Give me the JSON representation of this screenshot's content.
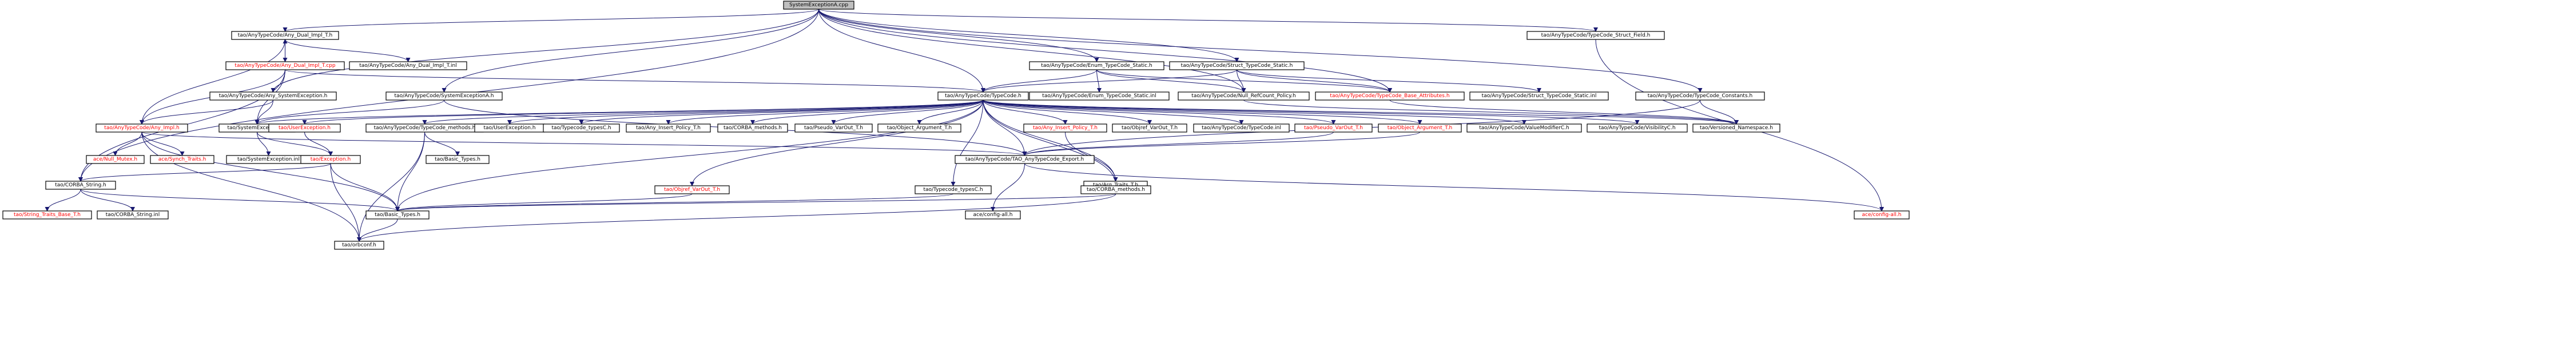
{
  "graph": {
    "root": "SystemExceptionA.cpp",
    "colors": {
      "edge": "#191970",
      "default_text": "#000000",
      "undocumented_text": "#ff0000",
      "root_fill": "#bfbfbf",
      "node_fill": "#ffffff",
      "node_stroke": "#000000"
    },
    "nodes": [
      {
        "id": "root",
        "label": "SystemExceptionA.cpp",
        "style": "root"
      },
      {
        "id": "dual_impl_h",
        "label": "tao/AnyTypeCode/Any_Dual_Impl_T.h",
        "style": "normal"
      },
      {
        "id": "dual_impl_cpp",
        "label": "tao/AnyTypeCode/Any_Dual_Impl_T.cpp",
        "style": "red"
      },
      {
        "id": "dual_impl_inl",
        "label": "tao/AnyTypeCode/Any_Dual_Impl_T.inl",
        "style": "normal"
      },
      {
        "id": "any_sysexc_h",
        "label": "tao/AnyTypeCode/Any_SystemException.h",
        "style": "normal"
      },
      {
        "id": "any_impl_h",
        "label": "tao/AnyTypeCode/Any_Impl.h",
        "style": "red"
      },
      {
        "id": "systemexc_h",
        "label": "tao/SystemException.h",
        "style": "normal"
      },
      {
        "id": "null_mutex",
        "label": "ace/Null_Mutex.h",
        "style": "red"
      },
      {
        "id": "synch_traits",
        "label": "ace/Synch_Traits.h",
        "style": "red"
      },
      {
        "id": "sysexc_inl",
        "label": "tao/SystemException.inl",
        "style": "normal"
      },
      {
        "id": "userexc_h_red",
        "label": "tao/UserException.h",
        "style": "red"
      },
      {
        "id": "exception_h",
        "label": "tao/Exception.h",
        "style": "red"
      },
      {
        "id": "corba_string_h",
        "label": "tao/CORBA_String.h",
        "style": "normal"
      },
      {
        "id": "string_traits",
        "label": "tao/String_Traits_Base_T.h",
        "style": "red"
      },
      {
        "id": "corba_string_inl",
        "label": "tao/CORBA_String.inl",
        "style": "normal"
      },
      {
        "id": "basic_types_h",
        "label": "tao/Basic_Types.h",
        "style": "normal"
      },
      {
        "id": "orbconf_h",
        "label": "tao/orbconf.h",
        "style": "normal"
      },
      {
        "id": "sysexcA_h",
        "label": "tao/AnyTypeCode/SystemExceptionA.h",
        "style": "normal"
      },
      {
        "id": "typecode_methods",
        "label": "tao/AnyTypeCode/TypeCode_methods.h",
        "style": "normal"
      },
      {
        "id": "basic_types_h_2",
        "label": "tao/Basic_Types.h",
        "style": "normal"
      },
      {
        "id": "typecode_h",
        "label": "tao/AnyTypeCode/TypeCode.h",
        "style": "normal"
      },
      {
        "id": "userexc_h",
        "label": "tao/UserException.h",
        "style": "normal"
      },
      {
        "id": "typecode_typesC",
        "label": "tao/Typecode_typesC.h",
        "style": "normal"
      },
      {
        "id": "any_insert_policy",
        "label": "tao/Any_Insert_Policy_T.h",
        "style": "normal"
      },
      {
        "id": "corba_methods",
        "label": "tao/CORBA_methods.h",
        "style": "normal"
      },
      {
        "id": "pseudo_varout",
        "label": "tao/Pseudo_VarOut_T.h",
        "style": "normal"
      },
      {
        "id": "object_argument",
        "label": "tao/Object_Argument_T.h",
        "style": "normal"
      },
      {
        "id": "any_insert_policy_red",
        "label": "tao/Any_Insert_Policy_T.h",
        "style": "red"
      },
      {
        "id": "objref_varout",
        "label": "tao/Objref_VarOut_T.h",
        "style": "normal"
      },
      {
        "id": "typecode_inl",
        "label": "tao/AnyTypeCode/TypeCode.inl",
        "style": "normal"
      },
      {
        "id": "pseudo_varout_red",
        "label": "tao/Pseudo_VarOut_T.h",
        "style": "red"
      },
      {
        "id": "object_argument_red",
        "label": "tao/Object_Argument_T.h",
        "style": "red"
      },
      {
        "id": "valuemodifierc",
        "label": "tao/AnyTypeCode/ValueModifierC.h",
        "style": "normal"
      },
      {
        "id": "visibilityc",
        "label": "tao/AnyTypeCode/VisibilityC.h",
        "style": "normal"
      },
      {
        "id": "versioned_ns",
        "label": "tao/Versioned_Namespace.h",
        "style": "normal"
      },
      {
        "id": "export_h",
        "label": "tao/AnyTypeCode/TAO_AnyTypeCode_Export.h",
        "style": "normal"
      },
      {
        "id": "arg_traits",
        "label": "tao/Arg_Traits_T.h",
        "style": "normal"
      },
      {
        "id": "config_all_black",
        "label": "ace/config-all.h",
        "style": "normal"
      },
      {
        "id": "config_all_red",
        "label": "ace/config-all.h",
        "style": "red"
      },
      {
        "id": "objref_varout_red",
        "label": "tao/Objref_VarOut_T.h",
        "style": "red"
      },
      {
        "id": "typecode_typesC_2",
        "label": "tao/Typecode_typesC.h",
        "style": "normal"
      },
      {
        "id": "corba_methods_2",
        "label": "tao/CORBA_methods.h",
        "style": "normal"
      },
      {
        "id": "enum_static_h",
        "label": "tao/AnyTypeCode/Enum_TypeCode_Static.h",
        "style": "normal"
      },
      {
        "id": "enum_static_inl",
        "label": "tao/AnyTypeCode/Enum_TypeCode_Static.inl",
        "style": "normal"
      },
      {
        "id": "null_refcount",
        "label": "tao/AnyTypeCode/Null_RefCount_Policy.h",
        "style": "normal"
      },
      {
        "id": "struct_static_h",
        "label": "tao/AnyTypeCode/Struct_TypeCode_Static.h",
        "style": "normal"
      },
      {
        "id": "tc_base_attr",
        "label": "tao/AnyTypeCode/TypeCode_Base_Attributes.h",
        "style": "red"
      },
      {
        "id": "struct_static_inl",
        "label": "tao/AnyTypeCode/Struct_TypeCode_Static.inl",
        "style": "normal"
      },
      {
        "id": "tc_constants",
        "label": "tao/AnyTypeCode/TypeCode_Constants.h",
        "style": "normal"
      },
      {
        "id": "struct_field",
        "label": "tao/AnyTypeCode/TypeCode_Struct_Field.h",
        "style": "normal"
      }
    ]
  }
}
